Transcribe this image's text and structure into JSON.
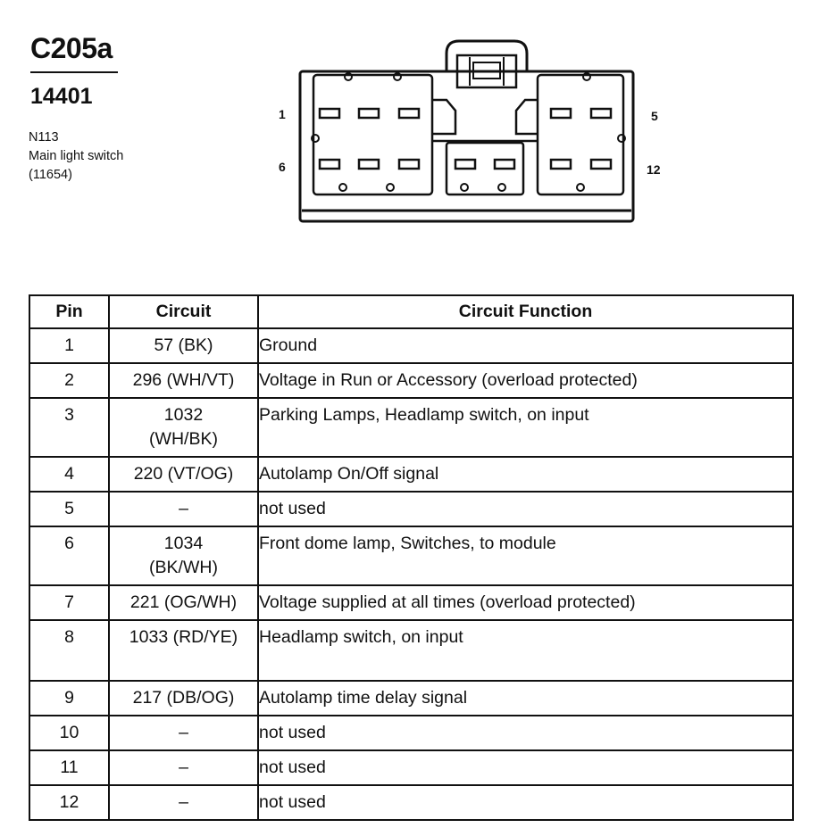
{
  "header": {
    "connector_id": "C205a",
    "part_number": "14401",
    "info_lines": [
      "N113",
      "Main light switch",
      "(11654)"
    ]
  },
  "connector": {
    "pin_labels": {
      "top_left": "1",
      "top_right": "5",
      "bottom_left": "6",
      "bottom_right": "12"
    }
  },
  "table": {
    "headers": [
      "Pin",
      "Circuit",
      "Circuit Function"
    ],
    "rows": [
      {
        "pin": "1",
        "circuit": [
          "57 (BK)"
        ],
        "function": "Ground"
      },
      {
        "pin": "2",
        "circuit": [
          "296 (WH/VT)"
        ],
        "function": "Voltage in Run or Accessory (overload protected)"
      },
      {
        "pin": "3",
        "circuit": [
          "1032",
          "(WH/BK)"
        ],
        "function": "Parking Lamps, Headlamp switch, on input"
      },
      {
        "pin": "4",
        "circuit": [
          "220 (VT/OG)"
        ],
        "function": "Autolamp On/Off signal"
      },
      {
        "pin": "5",
        "circuit": [
          "–"
        ],
        "function": "not used"
      },
      {
        "pin": "6",
        "circuit": [
          "1034",
          "(BK/WH)"
        ],
        "function": "Front dome lamp, Switches, to module"
      },
      {
        "pin": "7",
        "circuit": [
          "221 (OG/WH)"
        ],
        "function": "Voltage supplied at all times (overload protected)"
      },
      {
        "pin": "8",
        "circuit": [
          "1033 (RD/YE)"
        ],
        "function": "Headlamp switch, on input"
      },
      {
        "pin": "9",
        "circuit": [
          "217 (DB/OG)"
        ],
        "function": "Autolamp time delay signal"
      },
      {
        "pin": "10",
        "circuit": [
          "–"
        ],
        "function": "not used"
      },
      {
        "pin": "11",
        "circuit": [
          "–"
        ],
        "function": "not used"
      },
      {
        "pin": "12",
        "circuit": [
          "–"
        ],
        "function": "not used"
      }
    ]
  }
}
